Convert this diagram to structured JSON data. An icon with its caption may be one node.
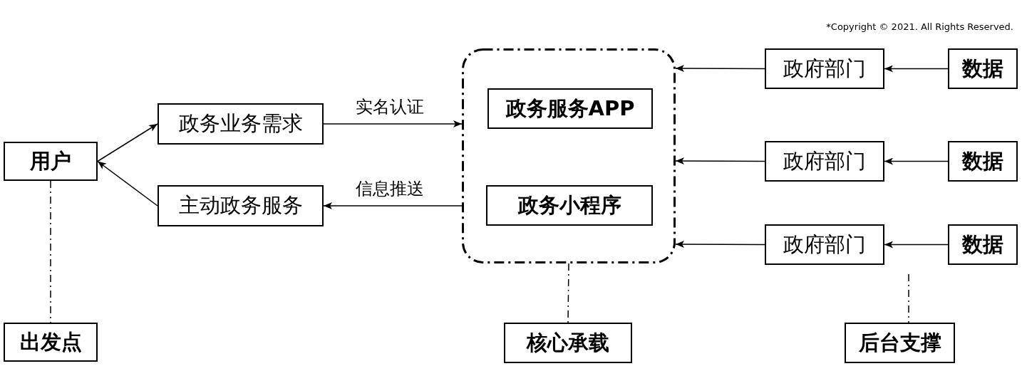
{
  "diagram": {
    "nodes": [
      {
        "text": [
          "用户"
        ]
      },
      {
        "text": [
          "政务业务需求"
        ]
      },
      {
        "text": [
          "主动政务服务"
        ]
      },
      {
        "text": [],
        "shape": "box"
      },
      {
        "text": [
          "政务服务APP"
        ],
        "in": 3
      },
      {
        "text": [
          "政务小程序"
        ],
        "in": 3
      },
      {
        "text": [
          "政府部门"
        ]
      },
      {
        "text": [
          "政府部门"
        ]
      },
      {
        "text": [
          "政府部门"
        ]
      },
      {
        "text": [
          "数据"
        ]
      },
      {
        "text": [
          "数据"
        ]
      },
      {
        "text": [
          "数据"
        ]
      },
      {
        "text": [
          "出发点"
        ]
      },
      {
        "text": [
          "核心承载"
        ]
      },
      {
        "text": [
          "后台支撑"
        ]
      }
    ],
    "edges": [
      {
        "from": 0,
        "to": 1,
        "arrow": "to"
      },
      {
        "from": 2,
        "to": 0,
        "arrow": "to"
      },
      {
        "from": 1,
        "to": 3,
        "arrow": "to",
        "label": "实名认证"
      },
      {
        "from": 3,
        "to": 2,
        "arrow": "to",
        "label": "信息推送"
      },
      {
        "from": 6,
        "to": 3,
        "arrow": "to"
      },
      {
        "from": 7,
        "to": 3,
        "arrow": "to"
      },
      {
        "from": 8,
        "to": 3,
        "arrow": "to"
      },
      {
        "from": 9,
        "to": 6,
        "arrow": "to"
      },
      {
        "from": 10,
        "to": 7,
        "arrow": "to"
      },
      {
        "from": 11,
        "to": 8,
        "arrow": "to"
      },
      {
        "from": 0,
        "to": 12,
        "arrow": "none",
        "style": "dashed"
      },
      {
        "from": 3,
        "to": 13,
        "arrow": "none",
        "style": "dashed"
      },
      {
        "from": null,
        "to": 14,
        "arrow": "none",
        "style": "dashed"
      }
    ],
    "labels": [
      "*Copyright © 2021. All Rights Reserved."
    ]
  }
}
